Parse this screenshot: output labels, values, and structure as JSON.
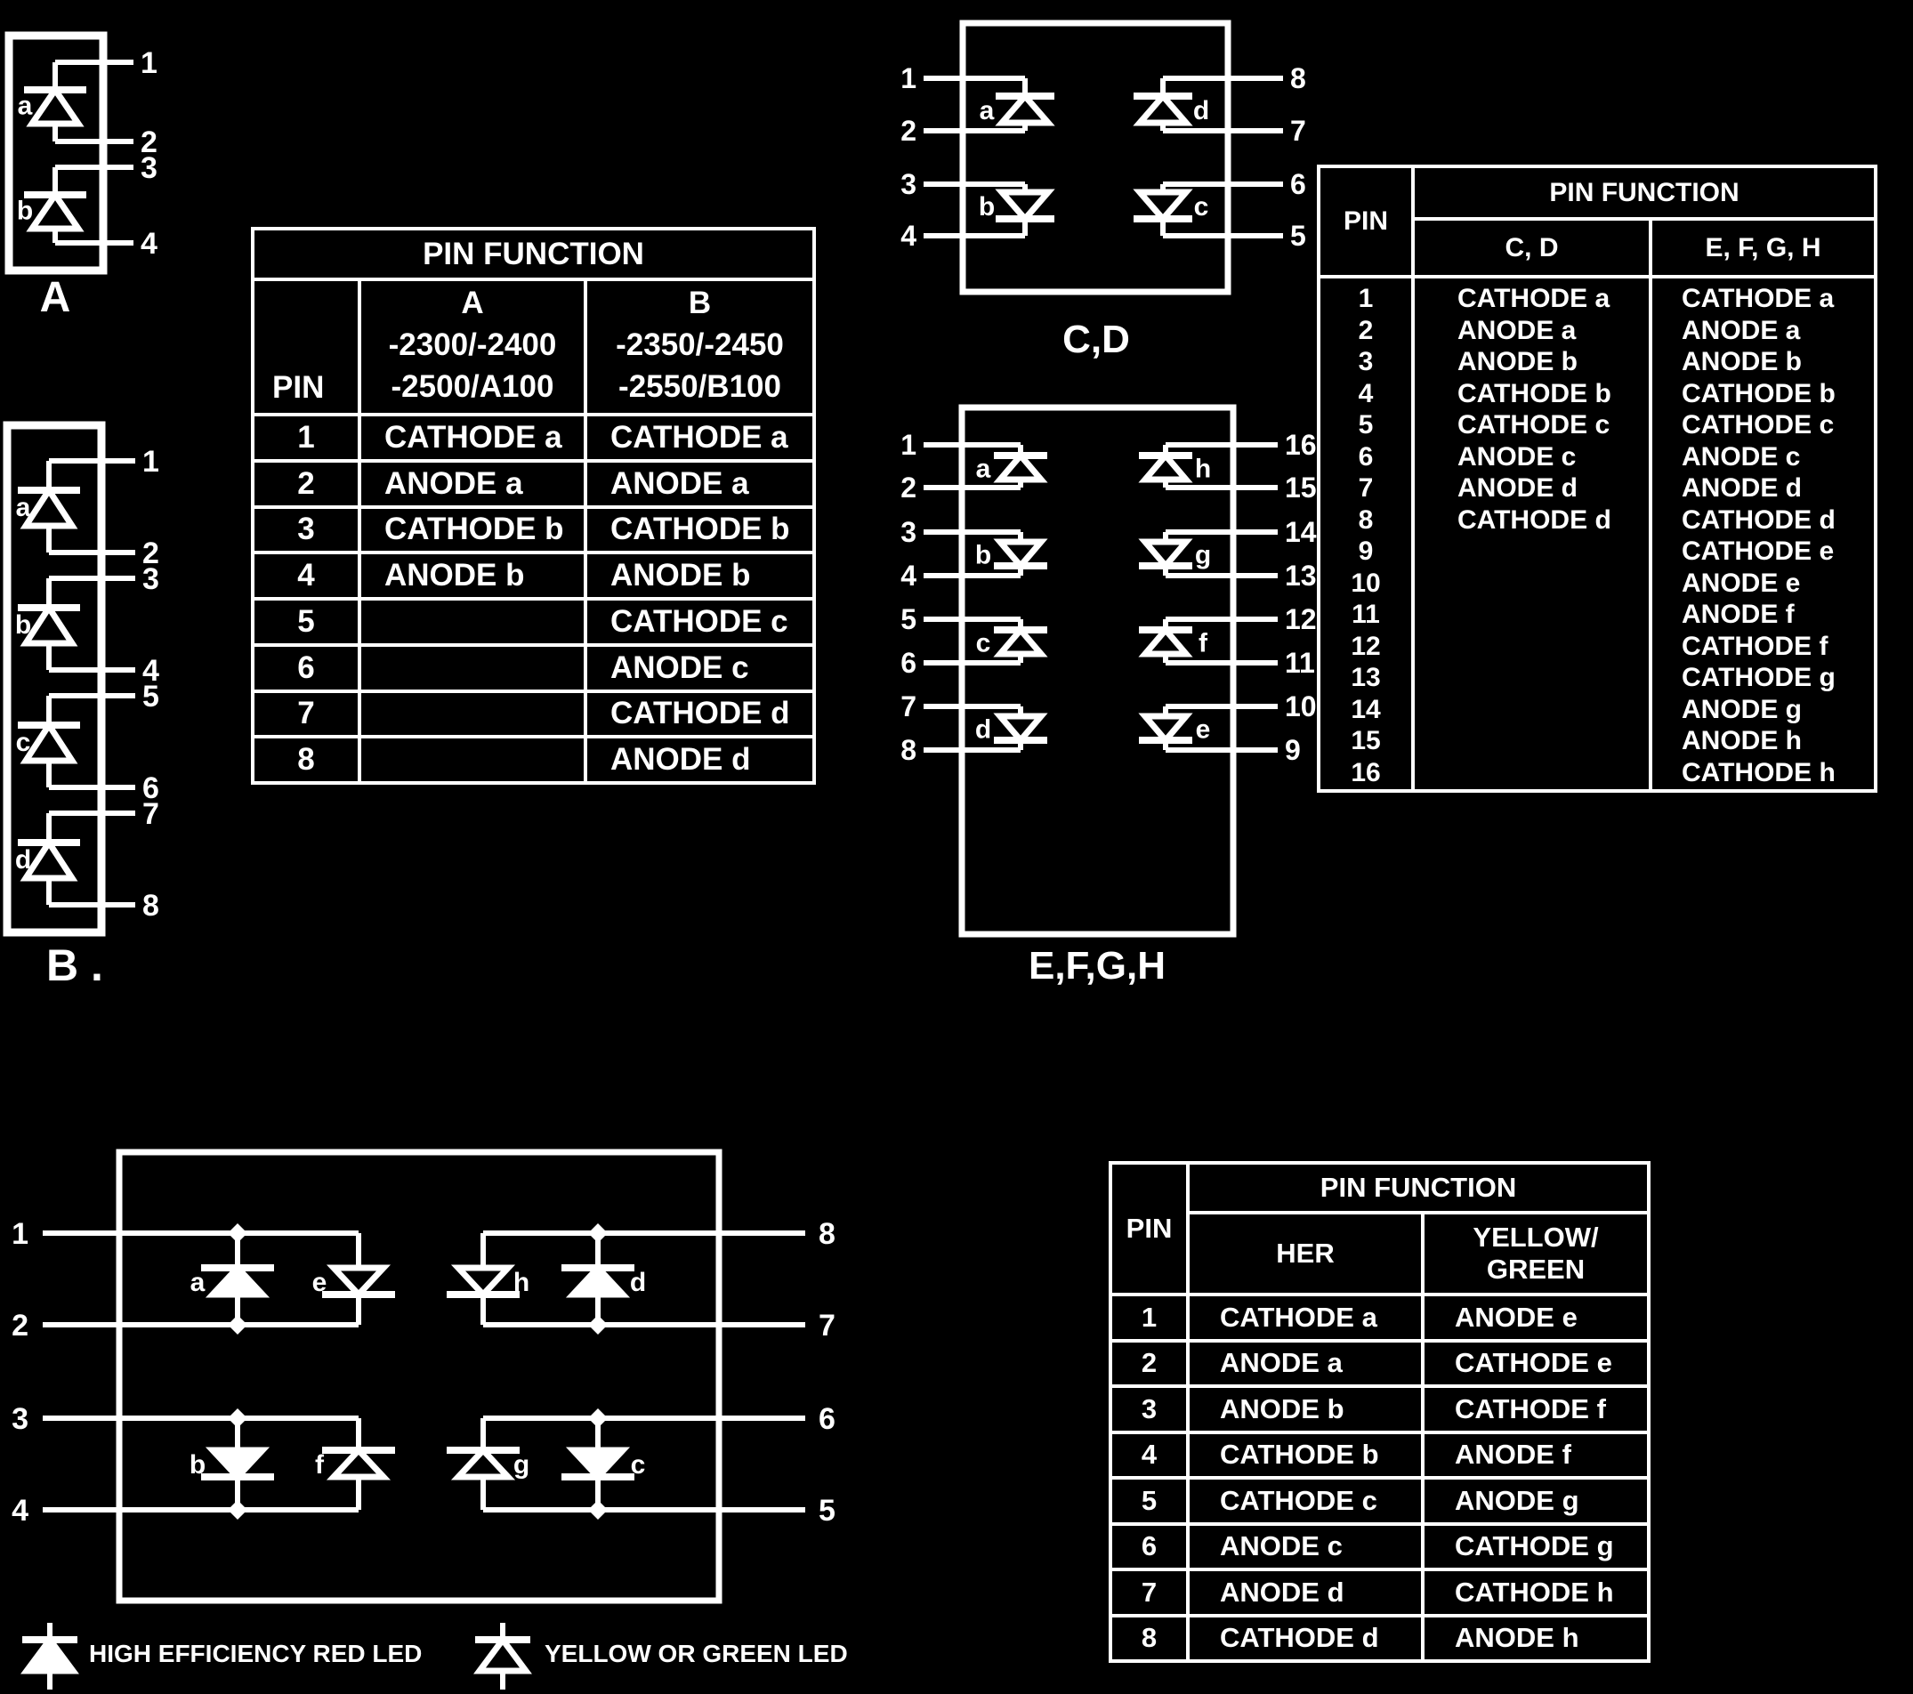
{
  "colors": {
    "background": "#000000",
    "ink": "#ffffff"
  },
  "diagram_a": {
    "caption": "A",
    "pin_labels": [
      "1",
      "2",
      "3",
      "4"
    ],
    "led_labels": [
      "a",
      "b"
    ]
  },
  "diagram_b": {
    "caption": "B .",
    "pin_labels": [
      "1",
      "2",
      "3",
      "4",
      "5",
      "6",
      "7",
      "8"
    ],
    "led_labels": [
      "a",
      "b",
      "c",
      "d"
    ]
  },
  "diagram_cd": {
    "caption": "C,D",
    "left_pin_labels": [
      "1",
      "2",
      "3",
      "4"
    ],
    "right_pin_labels": [
      "8",
      "7",
      "6",
      "5"
    ],
    "left_led_labels": [
      "a",
      "b"
    ],
    "right_led_labels": [
      "d",
      "c"
    ]
  },
  "diagram_efgh": {
    "caption": "E,F,G,H",
    "left_pin_labels": [
      "1",
      "2",
      "3",
      "4",
      "5",
      "6",
      "7",
      "8"
    ],
    "right_pin_labels": [
      "16",
      "15",
      "14",
      "13",
      "12",
      "11",
      "10",
      "9"
    ],
    "left_led_labels": [
      "a",
      "b",
      "c",
      "d"
    ],
    "right_led_labels": [
      "h",
      "g",
      "f",
      "e"
    ]
  },
  "diagram_bicolor": {
    "left_pin_labels": [
      "1",
      "2",
      "3",
      "4"
    ],
    "right_pin_labels": [
      "8",
      "7",
      "6",
      "5"
    ],
    "top_led_labels": [
      "a",
      "e",
      "h",
      "d"
    ],
    "bottom_led_labels": [
      "b",
      "f",
      "g",
      "c"
    ]
  },
  "legend": {
    "items": [
      {
        "symbol": "high-efficiency-red-led-icon",
        "label": "HIGH EFFICIENCY RED LED"
      },
      {
        "symbol": "yellow-green-led-icon",
        "label": "YELLOW OR GREEN LED"
      }
    ]
  },
  "table_ab": {
    "title": "PIN FUNCTION",
    "pin_header": "PIN",
    "columns": [
      [
        "A",
        "-2300/-2400",
        "-2500/A100"
      ],
      [
        "B",
        "-2350/-2450",
        "-2550/B100"
      ]
    ],
    "rows": [
      [
        "1",
        "CATHODE a",
        "CATHODE a"
      ],
      [
        "2",
        "ANODE a",
        "ANODE a"
      ],
      [
        "3",
        "CATHODE b",
        "CATHODE b"
      ],
      [
        "4",
        "ANODE b",
        "ANODE b"
      ],
      [
        "5",
        "",
        "CATHODE c"
      ],
      [
        "6",
        "",
        "ANODE c"
      ],
      [
        "7",
        "",
        "CATHODE d"
      ],
      [
        "8",
        "",
        "ANODE d"
      ]
    ]
  },
  "table_cdefgh": {
    "title": "PIN FUNCTION",
    "pin_header": "PIN",
    "columns": [
      "C, D",
      "E, F, G, H"
    ],
    "rows": [
      [
        "1",
        "CATHODE a",
        "CATHODE a"
      ],
      [
        "2",
        "ANODE a",
        "ANODE a"
      ],
      [
        "3",
        "ANODE b",
        "ANODE b"
      ],
      [
        "4",
        "CATHODE b",
        "CATHODE b"
      ],
      [
        "5",
        "CATHODE c",
        "CATHODE c"
      ],
      [
        "6",
        "ANODE c",
        "ANODE c"
      ],
      [
        "7",
        "ANODE d",
        "ANODE d"
      ],
      [
        "8",
        "CATHODE d",
        "CATHODE d"
      ],
      [
        "9",
        "",
        "CATHODE e"
      ],
      [
        "10",
        "",
        "ANODE e"
      ],
      [
        "11",
        "",
        "ANODE f"
      ],
      [
        "12",
        "",
        "CATHODE f"
      ],
      [
        "13",
        "",
        "CATHODE g"
      ],
      [
        "14",
        "",
        "ANODE g"
      ],
      [
        "15",
        "",
        "ANODE h"
      ],
      [
        "16",
        "",
        "CATHODE h"
      ]
    ]
  },
  "table_bicolor": {
    "title": "PIN FUNCTION",
    "pin_header": "PIN",
    "columns": [
      "HER",
      [
        "YELLOW/",
        "GREEN"
      ]
    ],
    "rows": [
      [
        "1",
        "CATHODE a",
        "ANODE e"
      ],
      [
        "2",
        "ANODE a",
        "CATHODE e"
      ],
      [
        "3",
        "ANODE b",
        "CATHODE f"
      ],
      [
        "4",
        "CATHODE b",
        "ANODE f"
      ],
      [
        "5",
        "CATHODE c",
        "ANODE g"
      ],
      [
        "6",
        "ANODE c",
        "CATHODE g"
      ],
      [
        "7",
        "ANODE d",
        "CATHODE h"
      ],
      [
        "8",
        "CATHODE d",
        "ANODE h"
      ]
    ]
  }
}
